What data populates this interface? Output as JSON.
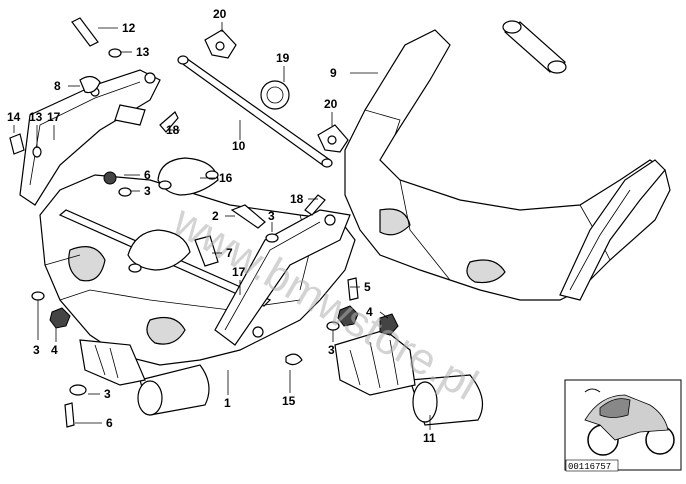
{
  "diagram": {
    "reference_number": "00116757",
    "watermark": "www.bmwstore.pl",
    "callouts": [
      {
        "id": "c12",
        "label": "12"
      },
      {
        "id": "c13a",
        "label": "13"
      },
      {
        "id": "c8",
        "label": "8"
      },
      {
        "id": "c14",
        "label": "14"
      },
      {
        "id": "c13b",
        "label": "13"
      },
      {
        "id": "c17a",
        "label": "17"
      },
      {
        "id": "c20a",
        "label": "20"
      },
      {
        "id": "c19",
        "label": "19"
      },
      {
        "id": "c9",
        "label": "9"
      },
      {
        "id": "c20b",
        "label": "20"
      },
      {
        "id": "c18a",
        "label": "18"
      },
      {
        "id": "c10",
        "label": "10"
      },
      {
        "id": "c6a",
        "label": "6"
      },
      {
        "id": "c16",
        "label": "16"
      },
      {
        "id": "c3a",
        "label": "3"
      },
      {
        "id": "c18b",
        "label": "18"
      },
      {
        "id": "c2",
        "label": "2"
      },
      {
        "id": "c3b",
        "label": "3"
      },
      {
        "id": "c7",
        "label": "7"
      },
      {
        "id": "c17b",
        "label": "17"
      },
      {
        "id": "c5",
        "label": "5"
      },
      {
        "id": "c4a",
        "label": "4"
      },
      {
        "id": "c3c",
        "label": "3"
      },
      {
        "id": "c4b",
        "label": "4"
      },
      {
        "id": "c3d",
        "label": "3"
      },
      {
        "id": "c1",
        "label": "1"
      },
      {
        "id": "c15",
        "label": "15"
      },
      {
        "id": "c3e",
        "label": "3"
      },
      {
        "id": "c6b",
        "label": "6"
      },
      {
        "id": "c11",
        "label": "11"
      }
    ]
  }
}
